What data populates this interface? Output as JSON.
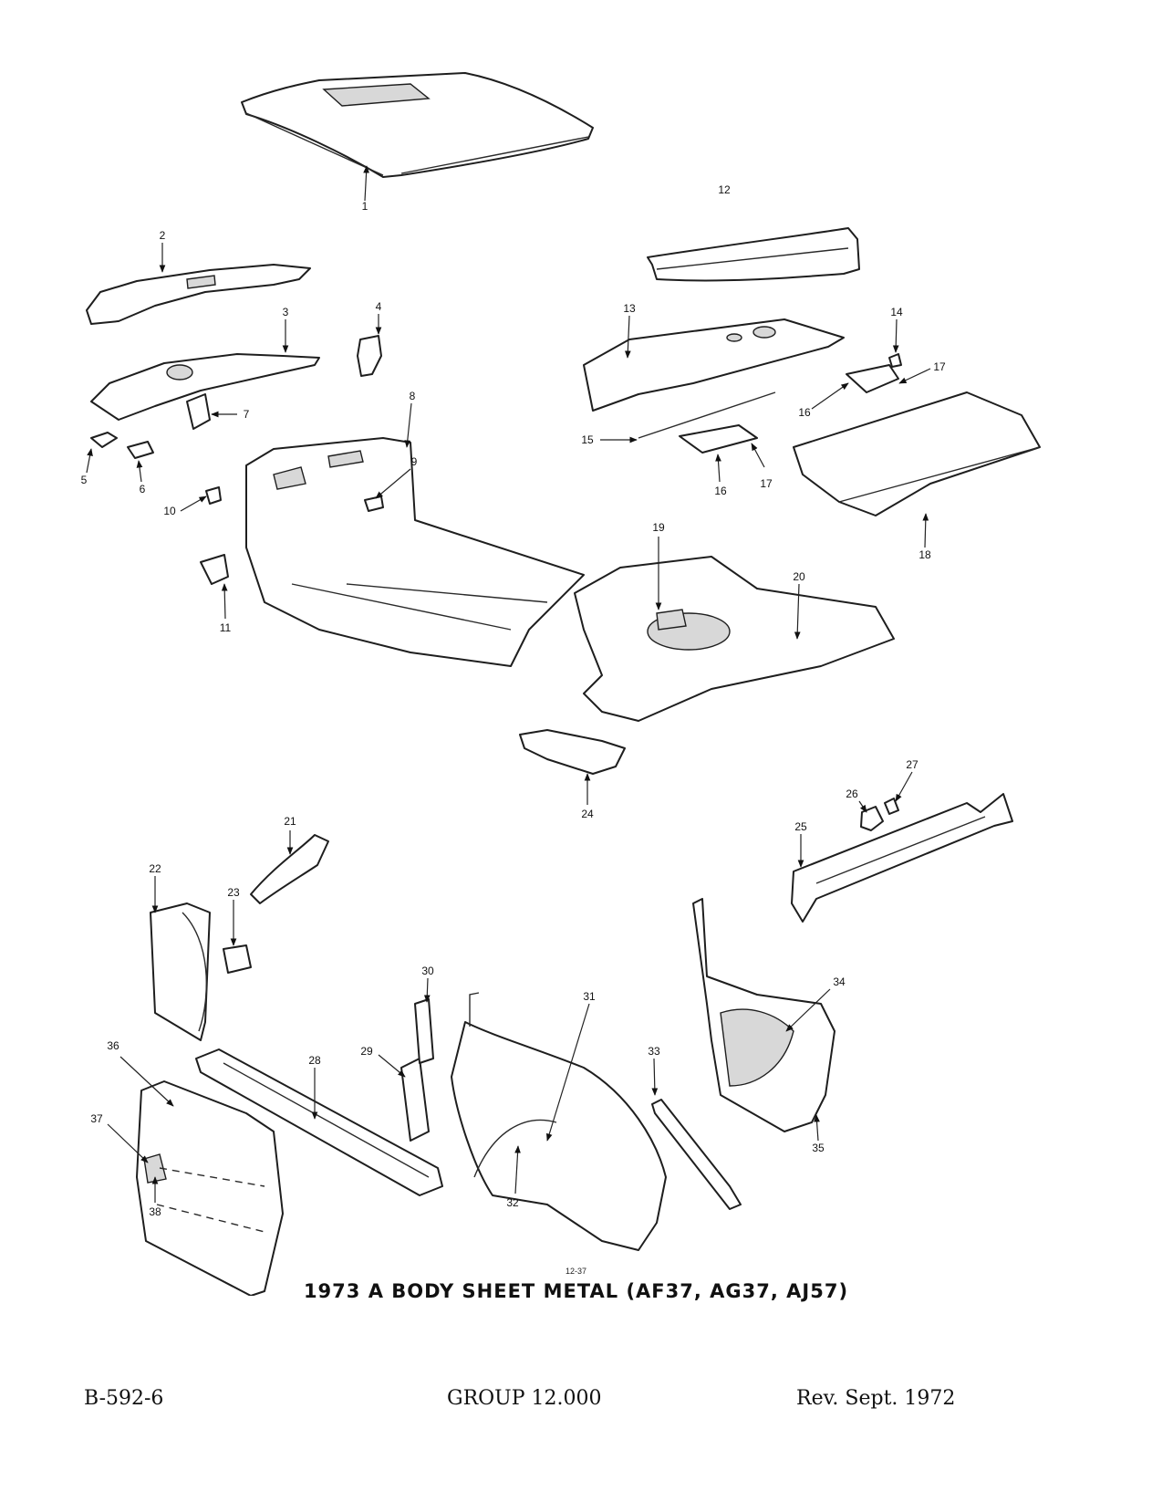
{
  "callouts": [
    "1",
    "2",
    "3",
    "4",
    "5",
    "6",
    "7",
    "8",
    "9",
    "10",
    "11",
    "12",
    "13",
    "14",
    "15",
    "16",
    "16",
    "17",
    "17",
    "18",
    "19",
    "20",
    "21",
    "22",
    "23",
    "24",
    "25",
    "26",
    "27",
    "28",
    "29",
    "30",
    "31",
    "32",
    "33",
    "34",
    "35",
    "36",
    "37",
    "38"
  ],
  "figure_code": "12-37",
  "caption": "1973 A BODY SHEET METAL (AF37, AG37, AJ57)",
  "footer": {
    "doc_number": "B-592-6",
    "group": "GROUP 12.000",
    "revision": "Rev. Sept. 1972"
  },
  "colors": {
    "ink": "#1e1e1e",
    "paper": "#ffffff",
    "shade": "#d8d8d8"
  }
}
